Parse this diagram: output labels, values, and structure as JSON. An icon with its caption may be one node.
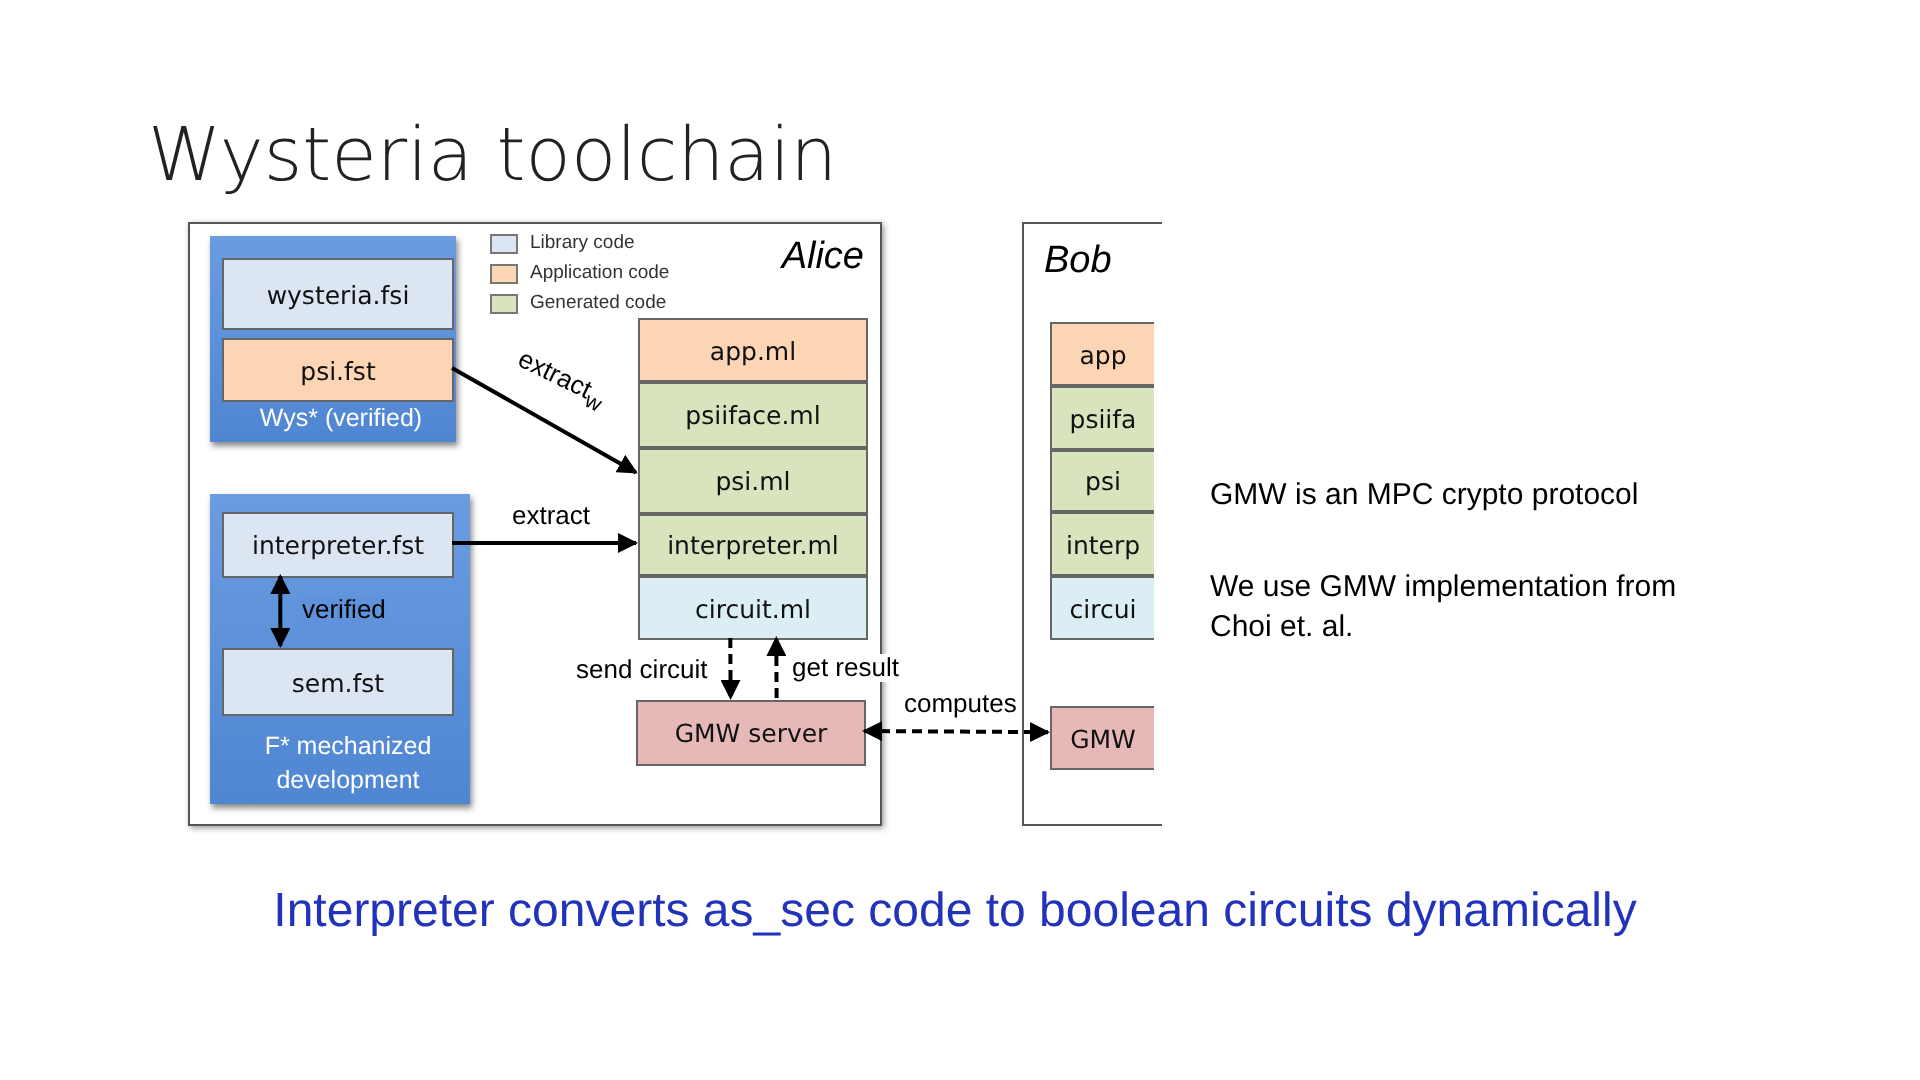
{
  "diagram": {
    "title": "Wysteria toolchain",
    "caption": "Interpreter converts as_sec code to boolean circuits dynamically",
    "nodes": [
      {
        "text": [
          "Alice"
        ]
      },
      {
        "text": [
          "Wys* (verified)"
        ],
        "in": 0
      },
      {
        "text": [
          "wysteria.fsi"
        ],
        "in": 1
      },
      {
        "text": [
          "psi.fst"
        ],
        "in": 1
      },
      {
        "text": [
          "F* mechanized development"
        ],
        "in": 0
      },
      {
        "text": [
          "interpreter.fst"
        ],
        "in": 4
      },
      {
        "text": [
          "sem.fst"
        ],
        "in": 4
      },
      {
        "text": [
          "app.ml"
        ],
        "in": 0
      },
      {
        "text": [
          "psiiface.ml"
        ],
        "in": 0
      },
      {
        "text": [
          "psi.ml"
        ],
        "in": 0
      },
      {
        "text": [
          "interpreter.ml"
        ],
        "in": 0
      },
      {
        "text": [
          "circuit.ml"
        ],
        "in": 0
      },
      {
        "text": [
          "GMW server"
        ],
        "in": 0
      },
      {
        "text": [
          "Bob"
        ]
      },
      {
        "text": [
          "app"
        ],
        "in": 13
      },
      {
        "text": [
          "psiifa"
        ],
        "in": 13
      },
      {
        "text": [
          "psi"
        ],
        "in": 13
      },
      {
        "text": [
          "interp"
        ],
        "in": 13
      },
      {
        "text": [
          "circui"
        ],
        "in": 13
      },
      {
        "text": [
          "GMW"
        ],
        "in": 13
      }
    ],
    "edges": [
      {
        "from": 3,
        "to": 9,
        "arrow": "to",
        "label": "extract$_{w}$"
      },
      {
        "from": 5,
        "to": 10,
        "arrow": "to",
        "label": "extract"
      },
      {
        "from": 5,
        "to": 6,
        "arrow": "both",
        "label": "verified"
      },
      {
        "from": 11,
        "to": 12,
        "arrow": "to",
        "label": "send circuit",
        "style": "dashed"
      },
      {
        "from": 12,
        "to": 11,
        "arrow": "to",
        "label": "get result",
        "style": "dashed"
      },
      {
        "from": 12,
        "to": 19,
        "arrow": "both",
        "label": "computes",
        "style": "dashed"
      }
    ],
    "labels": [
      "GMW is an MPC crypto protocol",
      "We use GMW implementation from Choi et. al."
    ],
    "legend": [
      {
        "text": "Library code",
        "color": "#dce6f2"
      },
      {
        "text": "Application code",
        "color": "#fcd5b5"
      },
      {
        "text": "Generated code",
        "color": "#d7e4bd"
      }
    ]
  }
}
